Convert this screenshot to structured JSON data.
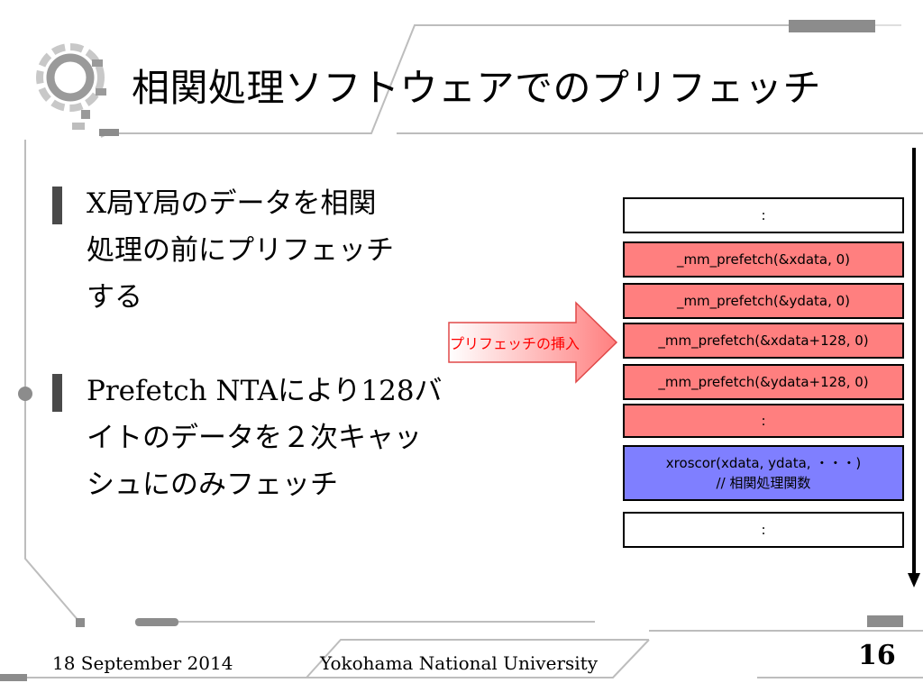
{
  "slide": {
    "title": "相関処理ソフトウェアでのプリフェッチ",
    "bullets": [
      {
        "line1_parts": [
          "X",
          "局",
          "Y",
          "局のデータを相関"
        ],
        "line2": "処理の前にプリフェッチ",
        "line3": "する"
      },
      {
        "line1_parts": [
          "Prefetch NTA",
          "により",
          "128",
          "バ"
        ],
        "line2": "イトのデータを２次キャッ",
        "line3": "シュにのみフェッチ"
      }
    ]
  },
  "diagram": {
    "insert_label": "プリフェッチの挿入",
    "boxes": [
      {
        "text": ":",
        "fill": "#ffffff"
      },
      {
        "text": "_mm_prefetch(&xdata, 0)",
        "fill": "#ff7f7f"
      },
      {
        "text": "_mm_prefetch(&ydata, 0)",
        "fill": "#ff7f7f"
      },
      {
        "text": "_mm_prefetch(&xdata+128, 0)",
        "fill": "#ff7f7f"
      },
      {
        "text": "_mm_prefetch(&ydata+128, 0)",
        "fill": "#ff7f7f"
      },
      {
        "text": ":",
        "fill": "#ff7f7f"
      },
      {
        "text": "xroscor(xdata, ydata, ・・・)",
        "text2": "// 相関処理関数",
        "fill": "#7f7fff"
      },
      {
        "text": ":",
        "fill": "#ffffff"
      }
    ],
    "colors": {
      "prefetch_fill": "#ff7f7f",
      "function_fill": "#7f7fff",
      "arrow_label": "#ff0000"
    }
  },
  "footer": {
    "date": "18 September 2014",
    "university": "Yokohama National University",
    "page_number": "16"
  }
}
